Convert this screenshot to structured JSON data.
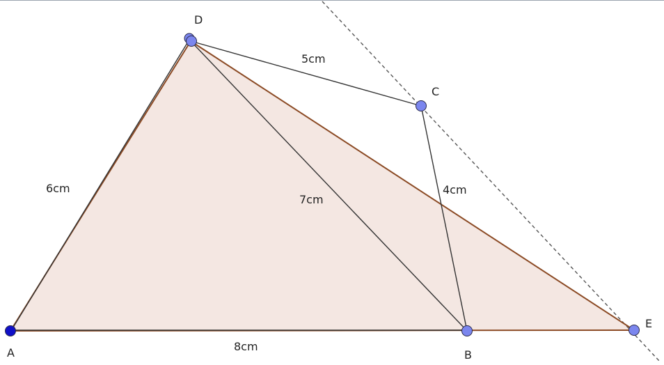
{
  "diagram": {
    "points": {
      "A": "A",
      "B": "B",
      "C": "C",
      "D": "D",
      "E": "E"
    },
    "segments": {
      "AD": "6cm",
      "AB": "8cm",
      "DB": "7cm",
      "DC": "5cm",
      "CB": "4cm"
    },
    "colors": {
      "fill": "#f4e7e2",
      "triangle_edge": "#8b4a24",
      "segment": "#333333",
      "dashed": "#555555",
      "point": "#7b86ee",
      "point_A": "#1010c8",
      "point_stroke": "#2a2a4a"
    }
  }
}
